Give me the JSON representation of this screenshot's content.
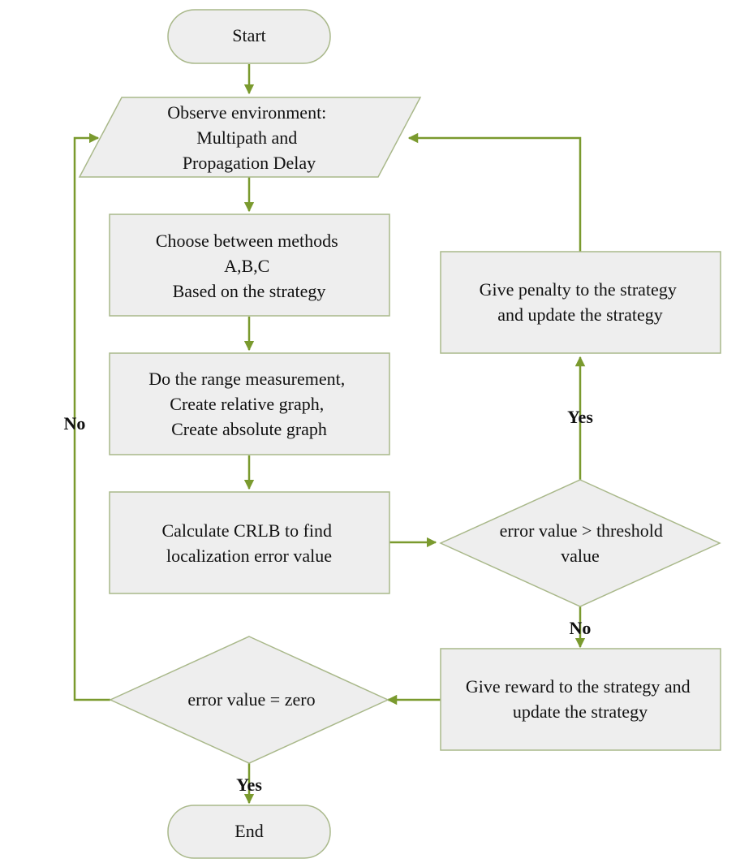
{
  "diagram": {
    "colors": {
      "node_fill": "#eeeeee",
      "node_stroke": "#a9b88a",
      "arrow": "#7a9a2e",
      "text": "#111111"
    },
    "nodes": {
      "start": {
        "shape": "terminator",
        "lines": [
          "Start"
        ]
      },
      "observe": {
        "shape": "parallelogram",
        "lines": [
          "Observe environment:",
          "Multipath and",
          "Propagation Delay"
        ]
      },
      "choose": {
        "shape": "process",
        "lines": [
          "Choose between methods",
          "A,B,C",
          "Based on the strategy"
        ]
      },
      "measure": {
        "shape": "process",
        "lines": [
          "Do the range measurement,",
          "Create relative graph,",
          "Create absolute graph"
        ]
      },
      "crlb": {
        "shape": "process",
        "lines": [
          "Calculate CRLB to find",
          "localization error value"
        ]
      },
      "threshold": {
        "shape": "decision",
        "lines": [
          "error value > threshold",
          "value"
        ]
      },
      "penalty": {
        "shape": "process",
        "lines": [
          "Give penalty to the strategy",
          "and update the strategy"
        ]
      },
      "reward": {
        "shape": "process",
        "lines": [
          "Give reward to the strategy and",
          "update the strategy"
        ]
      },
      "zero": {
        "shape": "decision",
        "lines": [
          "error value = zero"
        ]
      },
      "end": {
        "shape": "terminator",
        "lines": [
          "End"
        ]
      }
    },
    "edge_labels": {
      "threshold_yes": "Yes",
      "threshold_no": "No",
      "zero_no": "No",
      "zero_yes": "Yes"
    },
    "edges": [
      {
        "from": "start",
        "to": "observe"
      },
      {
        "from": "observe",
        "to": "choose"
      },
      {
        "from": "choose",
        "to": "measure"
      },
      {
        "from": "measure",
        "to": "crlb"
      },
      {
        "from": "crlb",
        "to": "threshold"
      },
      {
        "from": "threshold",
        "to": "penalty",
        "label": "Yes"
      },
      {
        "from": "penalty",
        "to": "observe"
      },
      {
        "from": "threshold",
        "to": "reward",
        "label": "No"
      },
      {
        "from": "reward",
        "to": "zero"
      },
      {
        "from": "zero",
        "to": "observe",
        "label": "No"
      },
      {
        "from": "zero",
        "to": "end",
        "label": "Yes"
      }
    ]
  }
}
